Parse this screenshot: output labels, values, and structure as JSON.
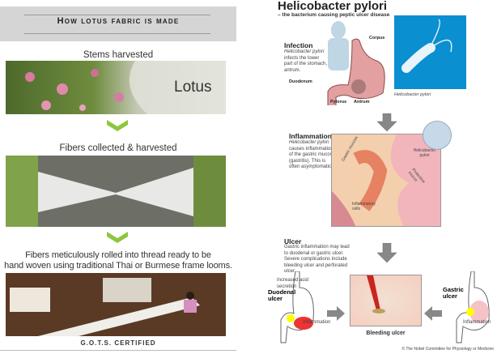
{
  "lotus": {
    "title": "How lotus fabric is made",
    "steps": [
      "Stems harvested",
      "Fibers collected & harvested"
    ],
    "step3_line1": "Fibers meticulously rolled into thread ready to be",
    "step3_line2": "hand woven using traditional Thai or Burmese frame looms.",
    "photo_label": "Lotus",
    "footer": "G.O.T.S. CERTIFIED",
    "accent": "#8dc63f"
  },
  "hpylori": {
    "title": "Helicobacter pylori",
    "subtitle": "– the bacterium causing peptic ulcer disease",
    "infection": {
      "heading": "Infection",
      "text": [
        "Helicobacter pylori",
        "infects the lower",
        "part of the stomach,",
        "antrum."
      ]
    },
    "stomach_labels": {
      "corpus": "Corpus",
      "duodenum": "Duodenum",
      "pylorus": "Pylorus",
      "antrum": "Antrum"
    },
    "micro_caption": "Helicobacter pylori",
    "inflammation": {
      "heading": "Inflammation",
      "text": [
        "Helicobacter pylori",
        "causes inflammation",
        "of the gastric mucosa",
        "(gastritis). This is",
        "often asymptomatic."
      ]
    },
    "mucosa_labels": {
      "gastric_mucosa": "Gastric mucosa",
      "hp": "Helicobacter pylori",
      "protective": "Protective mucus",
      "cells": "Inflammatory cells"
    },
    "ulcer": {
      "heading": "Ulcer",
      "text": [
        "Gastric inflammation may lead",
        "to duodenal or gastric ulcer.",
        "Severe complications include",
        "bleeding ulcer and perforated",
        "ulcer."
      ]
    },
    "duodenal": {
      "acid": "Increased acid secretion",
      "label": "Duodenal ulcer",
      "inflam": "Inflammation"
    },
    "gastric": {
      "label": "Gastric ulcer",
      "inflam": "Inflammation"
    },
    "bleeding": "Bleeding ulcer",
    "copyright": "© The Nobel Committee for Physiology or Medicine"
  }
}
